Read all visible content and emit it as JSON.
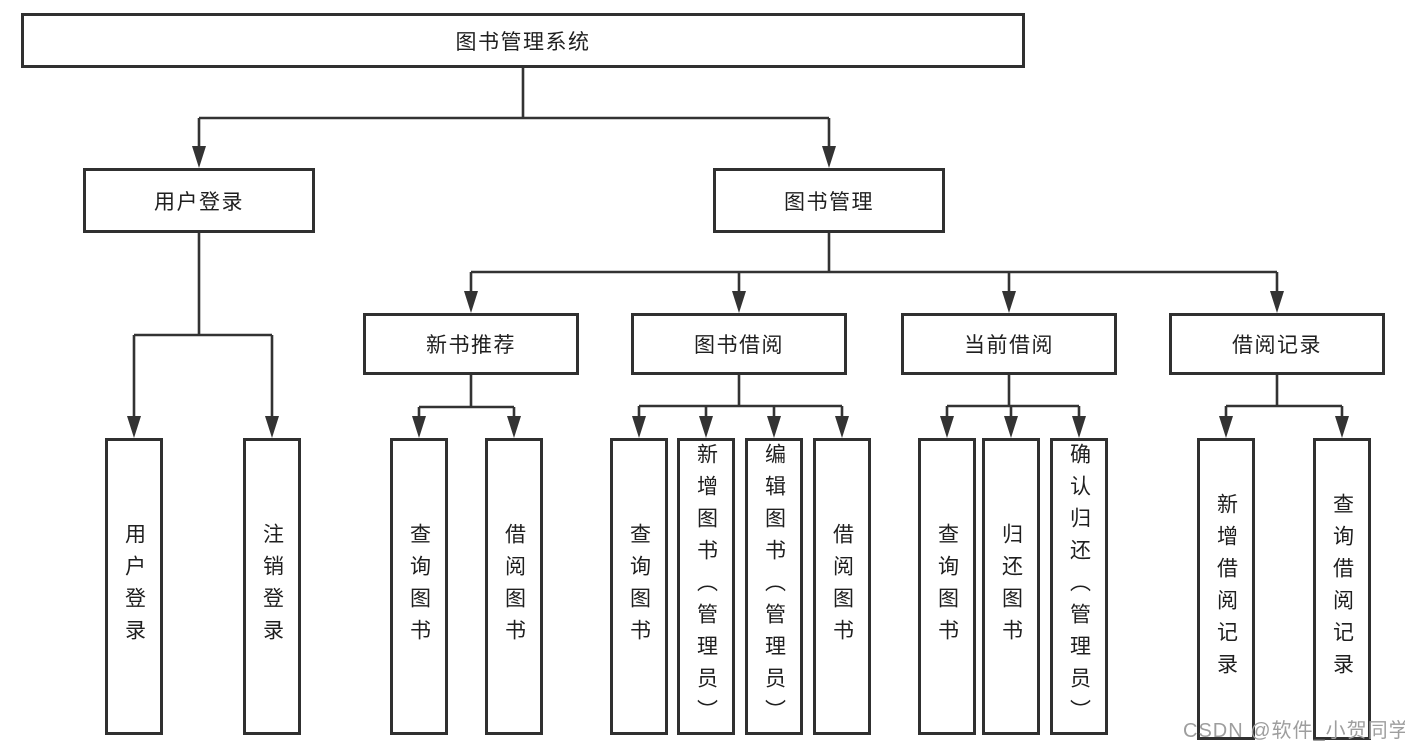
{
  "diagram": {
    "root": {
      "label": "图书管理系统"
    },
    "branches": {
      "user_login": {
        "label": "用户登录",
        "children": [
          {
            "label": "用户登录"
          },
          {
            "label": "注销登录"
          }
        ]
      },
      "book_mgmt": {
        "label": "图书管理",
        "children": [
          {
            "label": "新书推荐",
            "children": [
              {
                "label": "查询图书"
              },
              {
                "label": "借阅图书"
              }
            ]
          },
          {
            "label": "图书借阅",
            "children": [
              {
                "label": "查询图书"
              },
              {
                "label": "新增图书（管理员）"
              },
              {
                "label": "编辑图书（管理员）"
              },
              {
                "label": "借阅图书"
              }
            ]
          },
          {
            "label": "当前借阅",
            "children": [
              {
                "label": "查询图书"
              },
              {
                "label": "归还图书"
              },
              {
                "label": "确认归还（管理员）"
              }
            ]
          },
          {
            "label": "借阅记录",
            "children": [
              {
                "label": "新增借阅记录"
              },
              {
                "label": "查询借阅记录"
              }
            ]
          }
        ]
      }
    },
    "colors": {
      "line": "#303030",
      "text": "#1f1f1f",
      "watermark_color": "#9e9e9e",
      "background": "#ffffff"
    },
    "watermark": "CSDN @软件_小贺同学"
  }
}
